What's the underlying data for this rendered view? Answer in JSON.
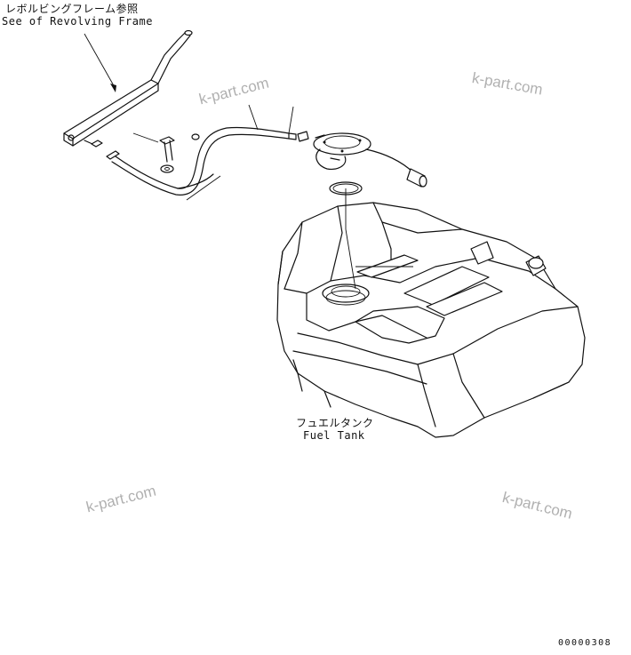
{
  "labels": {
    "revolving_frame_jp": "レボルビングフレーム参照",
    "revolving_frame_en": "See of Revolving Frame",
    "fuel_tank_jp": "フュエルタンク",
    "fuel_tank_en": "Fuel Tank",
    "drawing_code": "00000308"
  },
  "watermarks": [
    "k-part.com",
    "k-part.com",
    "k-part.com",
    "k-part.com"
  ],
  "colors": {
    "line": "#111111",
    "watermark": "#b0b0b0",
    "background": "#ffffff"
  }
}
